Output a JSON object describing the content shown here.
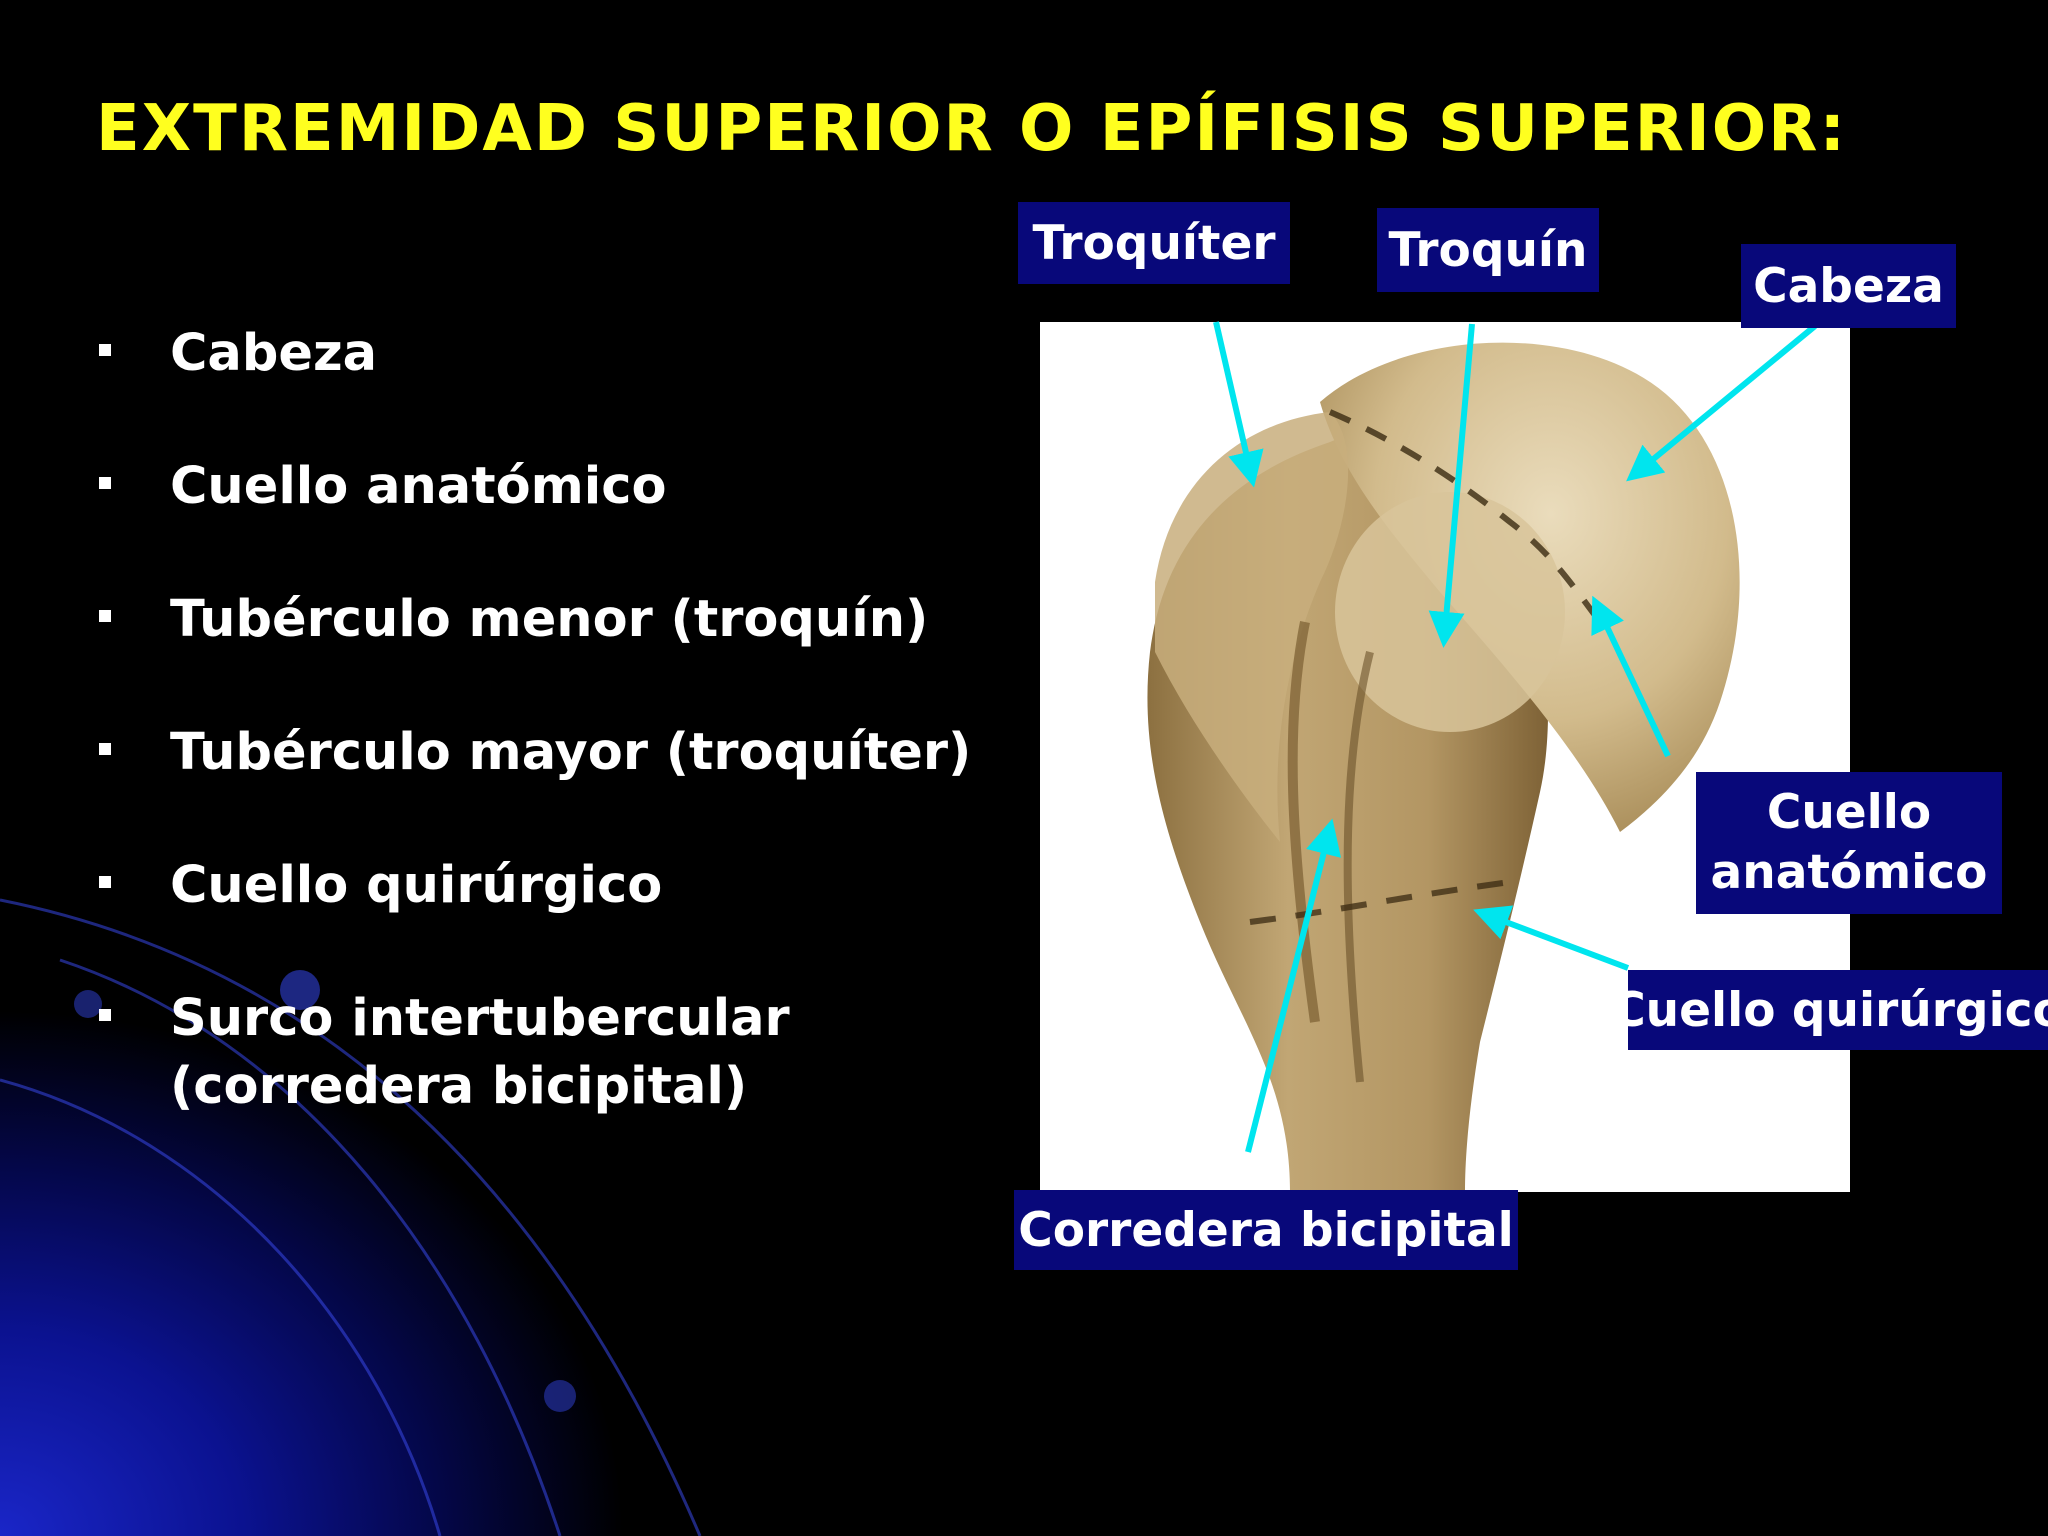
{
  "slide": {
    "title": "EXTREMIDAD SUPERIOR O EPÍFISIS SUPERIOR:",
    "bullets": [
      {
        "lines": [
          "Cabeza"
        ]
      },
      {
        "lines": [
          "Cuello anatómico"
        ]
      },
      {
        "lines": [
          "Tubérculo menor (troquín)"
        ]
      },
      {
        "lines": [
          "Tubérculo mayor (troquíter)"
        ]
      },
      {
        "lines": [
          "Cuello quirúrgico"
        ]
      },
      {
        "lines": [
          "Surco intertubercular",
          "(corredera bicipital)"
        ]
      }
    ]
  },
  "figure": {
    "labels": {
      "troquiter": "Troquíter",
      "troquin": "Troquín",
      "cabeza": "Cabeza",
      "cuello_anatomico": [
        "Cuello",
        "anatómico"
      ],
      "cuello_quirurgico": "Cuello quirúrgico",
      "corredera_bicipital": "Corredera bicipital"
    }
  },
  "colors": {
    "title": "#ffff1f",
    "label_background": "#08087a",
    "arrow": "#00e5ee",
    "bone": "#b59a66"
  }
}
